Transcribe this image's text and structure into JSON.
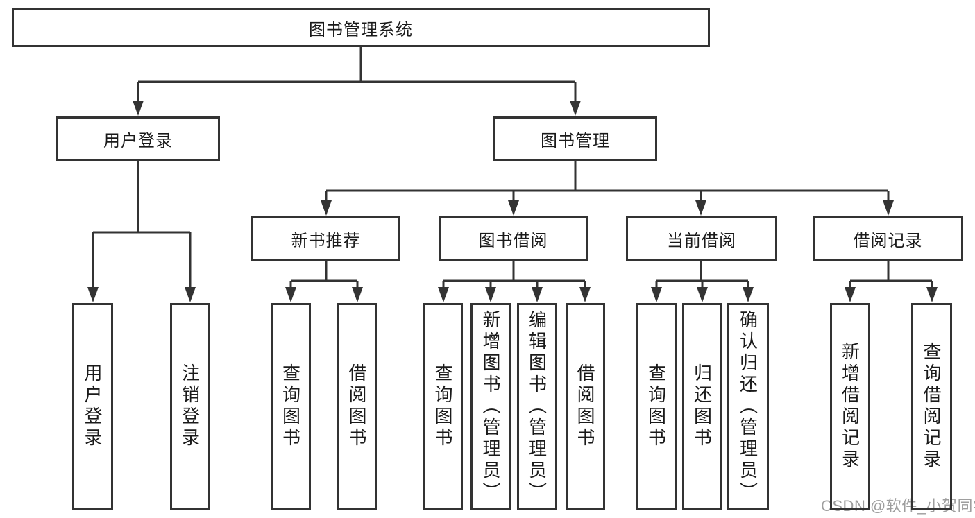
{
  "nodes": {
    "root": "图书管理系统",
    "userLogin": "用户登录",
    "bookMgmt": "图书管理",
    "newBooks": "新书推荐",
    "bookBorrow": "图书借阅",
    "currentBorrow": "当前借阅",
    "borrowRecords": "借阅记录"
  },
  "leaves": {
    "userLogin": [
      "用户登录",
      "注销登录"
    ],
    "newBooks": [
      "查询图书",
      "借阅图书"
    ],
    "bookBorrow": [
      "查询图书",
      "新增图书（管理员）",
      "编辑图书（管理员）",
      "借阅图书"
    ],
    "currentBorrow": [
      "查询图书",
      "归还图书",
      "确认归还（管理员）"
    ],
    "borrowRecords": [
      "新增借阅记录",
      "查询借阅记录"
    ]
  },
  "watermark": "CSDN @软件_小贺同学",
  "colors": {
    "line": "#333333",
    "box_border": "#333333",
    "text": "#1a1a1a",
    "watermark": "#9e9e9e",
    "background": "#ffffff"
  }
}
